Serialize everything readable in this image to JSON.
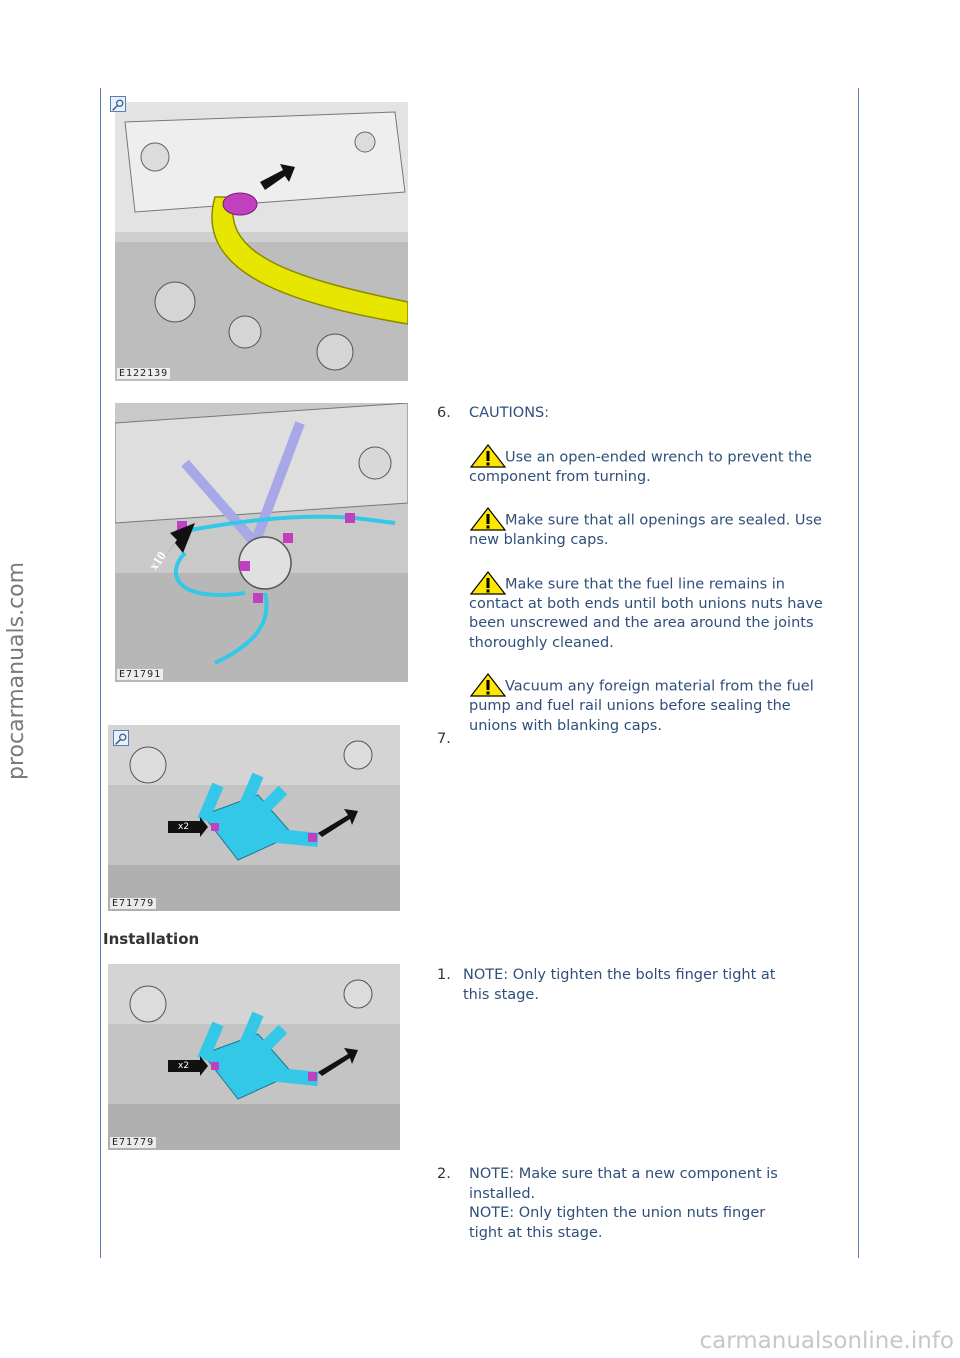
{
  "watermark_side": "procarmanuals.com",
  "watermark_footer": "carmanualsonline.info",
  "figures": [
    {
      "code": "E122139",
      "zoom": true
    },
    {
      "code": "E71791",
      "zoom": false
    },
    {
      "code": "E71779",
      "zoom": true
    },
    {
      "code": "E71779",
      "zoom": false
    }
  ],
  "removal_steps": [
    {
      "number": "6.",
      "heading": "CAUTIONS:",
      "cautions": [
        "Use an open-ended wrench to prevent the component from turning.",
        "Make sure that all openings are sealed. Use new blanking caps.",
        "Make sure that the fuel line remains in contact at both ends until both unions nuts have been unscrewed and the area around the joints thoroughly cleaned.",
        "Vacuum any foreign material from the fuel pump and fuel rail unions before sealing the unions with blanking caps."
      ]
    },
    {
      "number": "7.",
      "text": ""
    }
  ],
  "installation": {
    "heading": "Installation",
    "steps": [
      {
        "number": "1.",
        "lines": [
          "NOTE: Only tighten the bolts finger tight at",
          "this stage."
        ]
      },
      {
        "number": "2.",
        "lines": [
          "NOTE: Make sure that a new component is",
          "installed.",
          "NOTE: Only tighten the union nuts finger",
          "tight at this stage."
        ]
      }
    ]
  },
  "callouts": {
    "x10": "x10",
    "x2": "x2"
  },
  "colors": {
    "rule": "#5b7fb0",
    "text_blue": "#2f4f7a",
    "caution_yellow": "#ffe600",
    "pipe_yellow": "#e6e600",
    "part_magenta": "#c040c0",
    "tool_cyan": "#33c8e8",
    "tool_lavender": "#a8a8e8"
  }
}
